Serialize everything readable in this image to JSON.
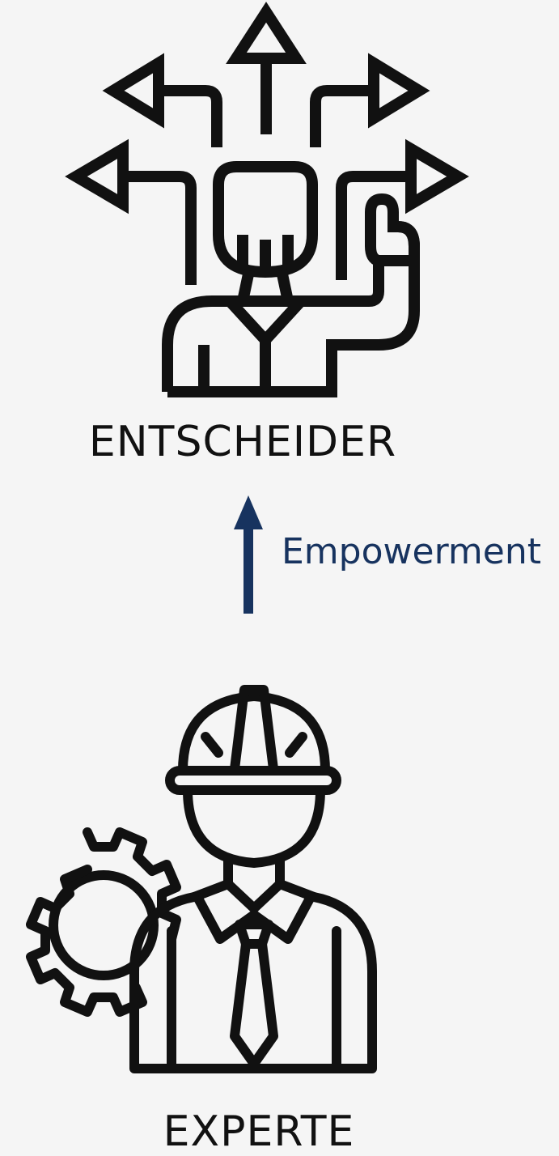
{
  "diagram": {
    "top_role": {
      "label": "ENTSCHEIDER",
      "icon": "decision-maker-arrows-icon"
    },
    "bottom_role": {
      "label": "EXPERTE",
      "icon": "engineer-with-gear-icon"
    },
    "relation": {
      "label": "Empowerment",
      "direction": "up",
      "color": "#17335f"
    },
    "icon_color": "#111111",
    "background": "#f5f5f5"
  }
}
